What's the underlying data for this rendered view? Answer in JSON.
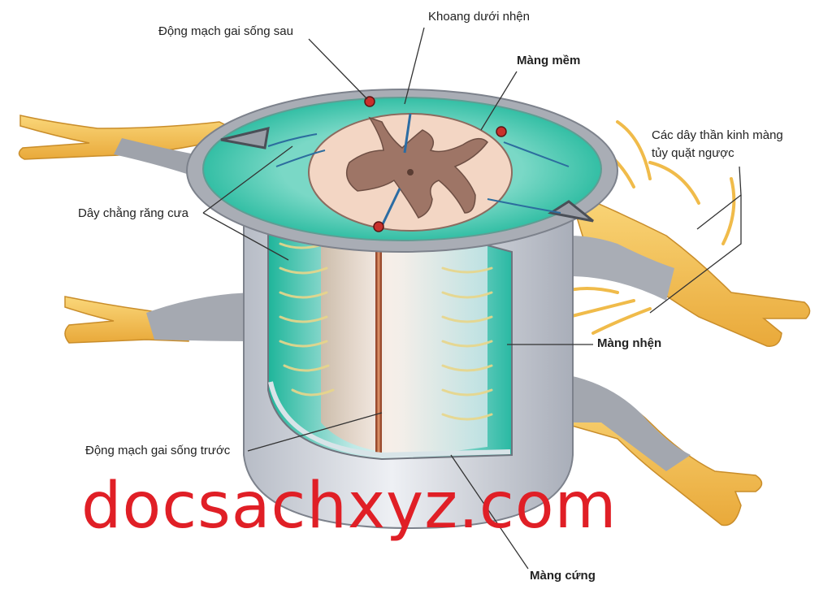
{
  "labels": {
    "posterior_spinal_artery": "Động mạch gai sống sau",
    "subarachnoid_space": "Khoang dưới nhện",
    "pia_mater": "Màng mềm",
    "recurrent_meningeal_nerves": [
      "Các dây thần kinh màng",
      "tủy quặt ngược"
    ],
    "denticulate_ligament": "Dây chằng răng cưa",
    "arachnoid_mater": "Màng nhện",
    "anterior_spinal_artery": "Động mạch gai sống trước",
    "dura_mater": "Màng cứng"
  },
  "watermark": "docsachxyz.com",
  "colors": {
    "nerve": "#f5c24c",
    "dura": "#c9ccd3",
    "arachnoid_space": "#2cc9a6",
    "white_matter": "#f3d6c4",
    "gray_matter": "#9e7566",
    "artery": "#c9302c",
    "watermark": "#e01f26"
  }
}
